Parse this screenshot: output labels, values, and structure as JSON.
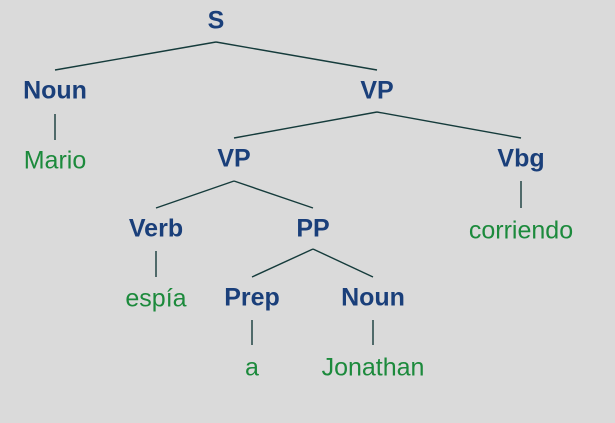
{
  "tree": {
    "colors": {
      "background": "#dadada",
      "category": "#1a3f7a",
      "word": "#1c8a3c",
      "edge": "#153b3b"
    },
    "nodes": [
      {
        "id": "s",
        "label": "S",
        "kind": "category"
      },
      {
        "id": "noun1",
        "label": "Noun",
        "kind": "category"
      },
      {
        "id": "vp1",
        "label": "VP",
        "kind": "category"
      },
      {
        "id": "mario",
        "label": "Mario",
        "kind": "word"
      },
      {
        "id": "vp2",
        "label": "VP",
        "kind": "category"
      },
      {
        "id": "vbg",
        "label": "Vbg",
        "kind": "category"
      },
      {
        "id": "verb",
        "label": "Verb",
        "kind": "category"
      },
      {
        "id": "pp",
        "label": "PP",
        "kind": "category"
      },
      {
        "id": "corriendo",
        "label": "corriendo",
        "kind": "word"
      },
      {
        "id": "espia",
        "label": "espía",
        "kind": "word"
      },
      {
        "id": "prep",
        "label": "Prep",
        "kind": "category"
      },
      {
        "id": "noun2",
        "label": "Noun",
        "kind": "category"
      },
      {
        "id": "a",
        "label": "a",
        "kind": "word"
      },
      {
        "id": "jonathan",
        "label": "Jonathan",
        "kind": "word"
      }
    ],
    "edges": [
      [
        "s",
        "noun1"
      ],
      [
        "s",
        "vp1"
      ],
      [
        "noun1",
        "mario"
      ],
      [
        "vp1",
        "vp2"
      ],
      [
        "vp1",
        "vbg"
      ],
      [
        "vbg",
        "corriendo"
      ],
      [
        "vp2",
        "verb"
      ],
      [
        "vp2",
        "pp"
      ],
      [
        "verb",
        "espia"
      ],
      [
        "pp",
        "prep"
      ],
      [
        "pp",
        "noun2"
      ],
      [
        "prep",
        "a"
      ],
      [
        "noun2",
        "jonathan"
      ]
    ]
  }
}
